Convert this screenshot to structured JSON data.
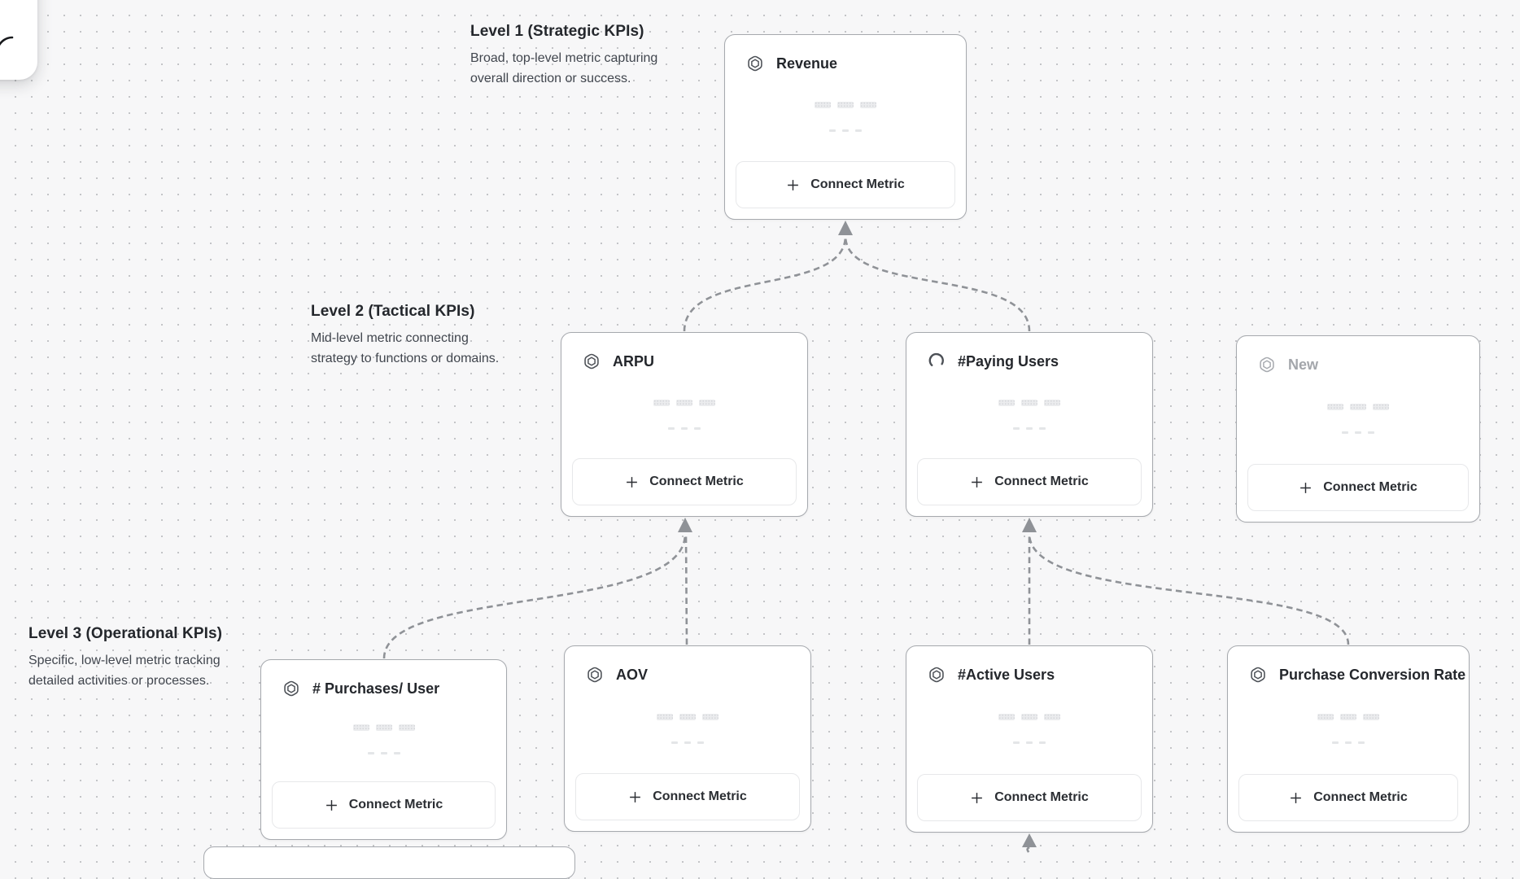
{
  "canvas": {
    "levels": [
      {
        "title": "Level 1 (Strategic KPIs)",
        "description": "Broad, top-level metric capturing\noverall direction or success."
      },
      {
        "title": "Level 2 (Tactical KPIs)",
        "description": "Mid-level metric connecting\nstrategy to functions or domains."
      },
      {
        "title": "Level 3 (Operational KPIs)",
        "description": "Specific, low-level metric tracking\ndetailed activities or processes."
      }
    ],
    "cards": [
      {
        "id": "revenue",
        "title": "Revenue",
        "icon": "hexagon-metric-icon",
        "level": 1
      },
      {
        "id": "arpu",
        "title": "ARPU",
        "icon": "hexagon-metric-icon",
        "level": 2
      },
      {
        "id": "paying-users",
        "title": "#Paying Users",
        "icon": "spinner-loading-icon",
        "level": 2
      },
      {
        "id": "new",
        "title": "New",
        "icon": "hexagon-metric-icon",
        "level": 2,
        "state": "placeholder"
      },
      {
        "id": "purchases-per-user",
        "title": "# Purchases/ User",
        "icon": "hexagon-metric-icon",
        "level": 3
      },
      {
        "id": "aov",
        "title": "AOV",
        "icon": "hexagon-metric-icon",
        "level": 3
      },
      {
        "id": "active-users",
        "title": "#Active Users",
        "icon": "hexagon-metric-icon",
        "level": 3
      },
      {
        "id": "purchase-conversion-rate",
        "title": "Purchase Conversion Rate",
        "icon": "hexagon-metric-icon",
        "level": 3
      }
    ],
    "connect_metric_label": "Connect Metric",
    "edges": [
      {
        "from": "ARPU",
        "to": "Revenue"
      },
      {
        "from": "#Paying Users",
        "to": "Revenue"
      },
      {
        "from": "# Purchases/ User",
        "to": "ARPU"
      },
      {
        "from": "AOV",
        "to": "ARPU"
      },
      {
        "from": "#Active Users",
        "to": "#Paying Users"
      },
      {
        "from": "Purchase Conversion Rate",
        "to": "#Paying Users"
      },
      {
        "from": "offscreen-below",
        "to": "#Active Users"
      }
    ],
    "colors": {
      "background": "#f7f7f8",
      "grid_dot": "#c3c4c7",
      "card_border": "#a6a9ae",
      "card_background": "#ffffff",
      "button_border": "#e7e8ea",
      "text_primary": "#24272c",
      "text_secondary": "#41464e",
      "text_muted": "#a3a6ab",
      "connector": "#8f9297"
    }
  }
}
